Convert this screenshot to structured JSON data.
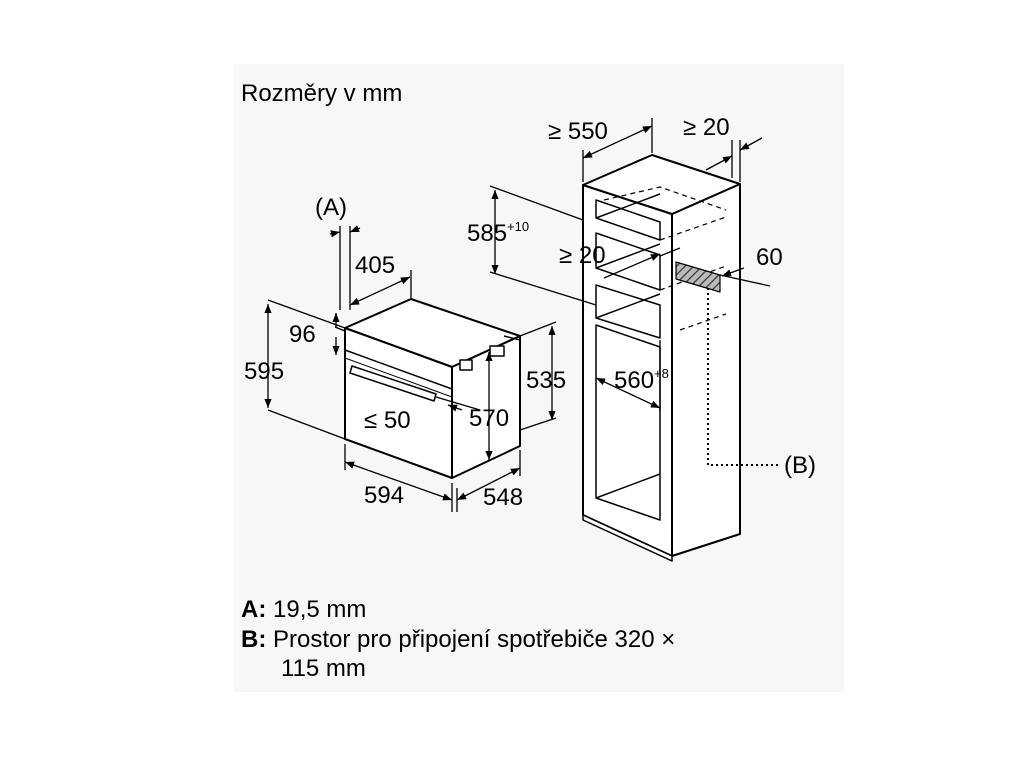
{
  "title": "Rozměry v mm",
  "labels": {
    "A_marker": "(A)",
    "B_marker": "(B)",
    "d405": "405",
    "d96": "96",
    "d595": "595",
    "d50": "≤ 50",
    "d570": "570",
    "d535": "535",
    "d594": "594",
    "d548": "548",
    "d550": "≥ 550",
    "d20_top": "≥ 20",
    "d585": "585",
    "d585_tol": "+10",
    "d20_inner": "≥ 20",
    "d60": "60",
    "d560": "560",
    "d560_tol": "+8"
  },
  "notes": [
    {
      "key": "A:",
      "text": "19,5 mm"
    },
    {
      "key": "B:",
      "text": "Prostor pro připojení spotřebiče 320 ×",
      "continuation": "115 mm"
    }
  ]
}
